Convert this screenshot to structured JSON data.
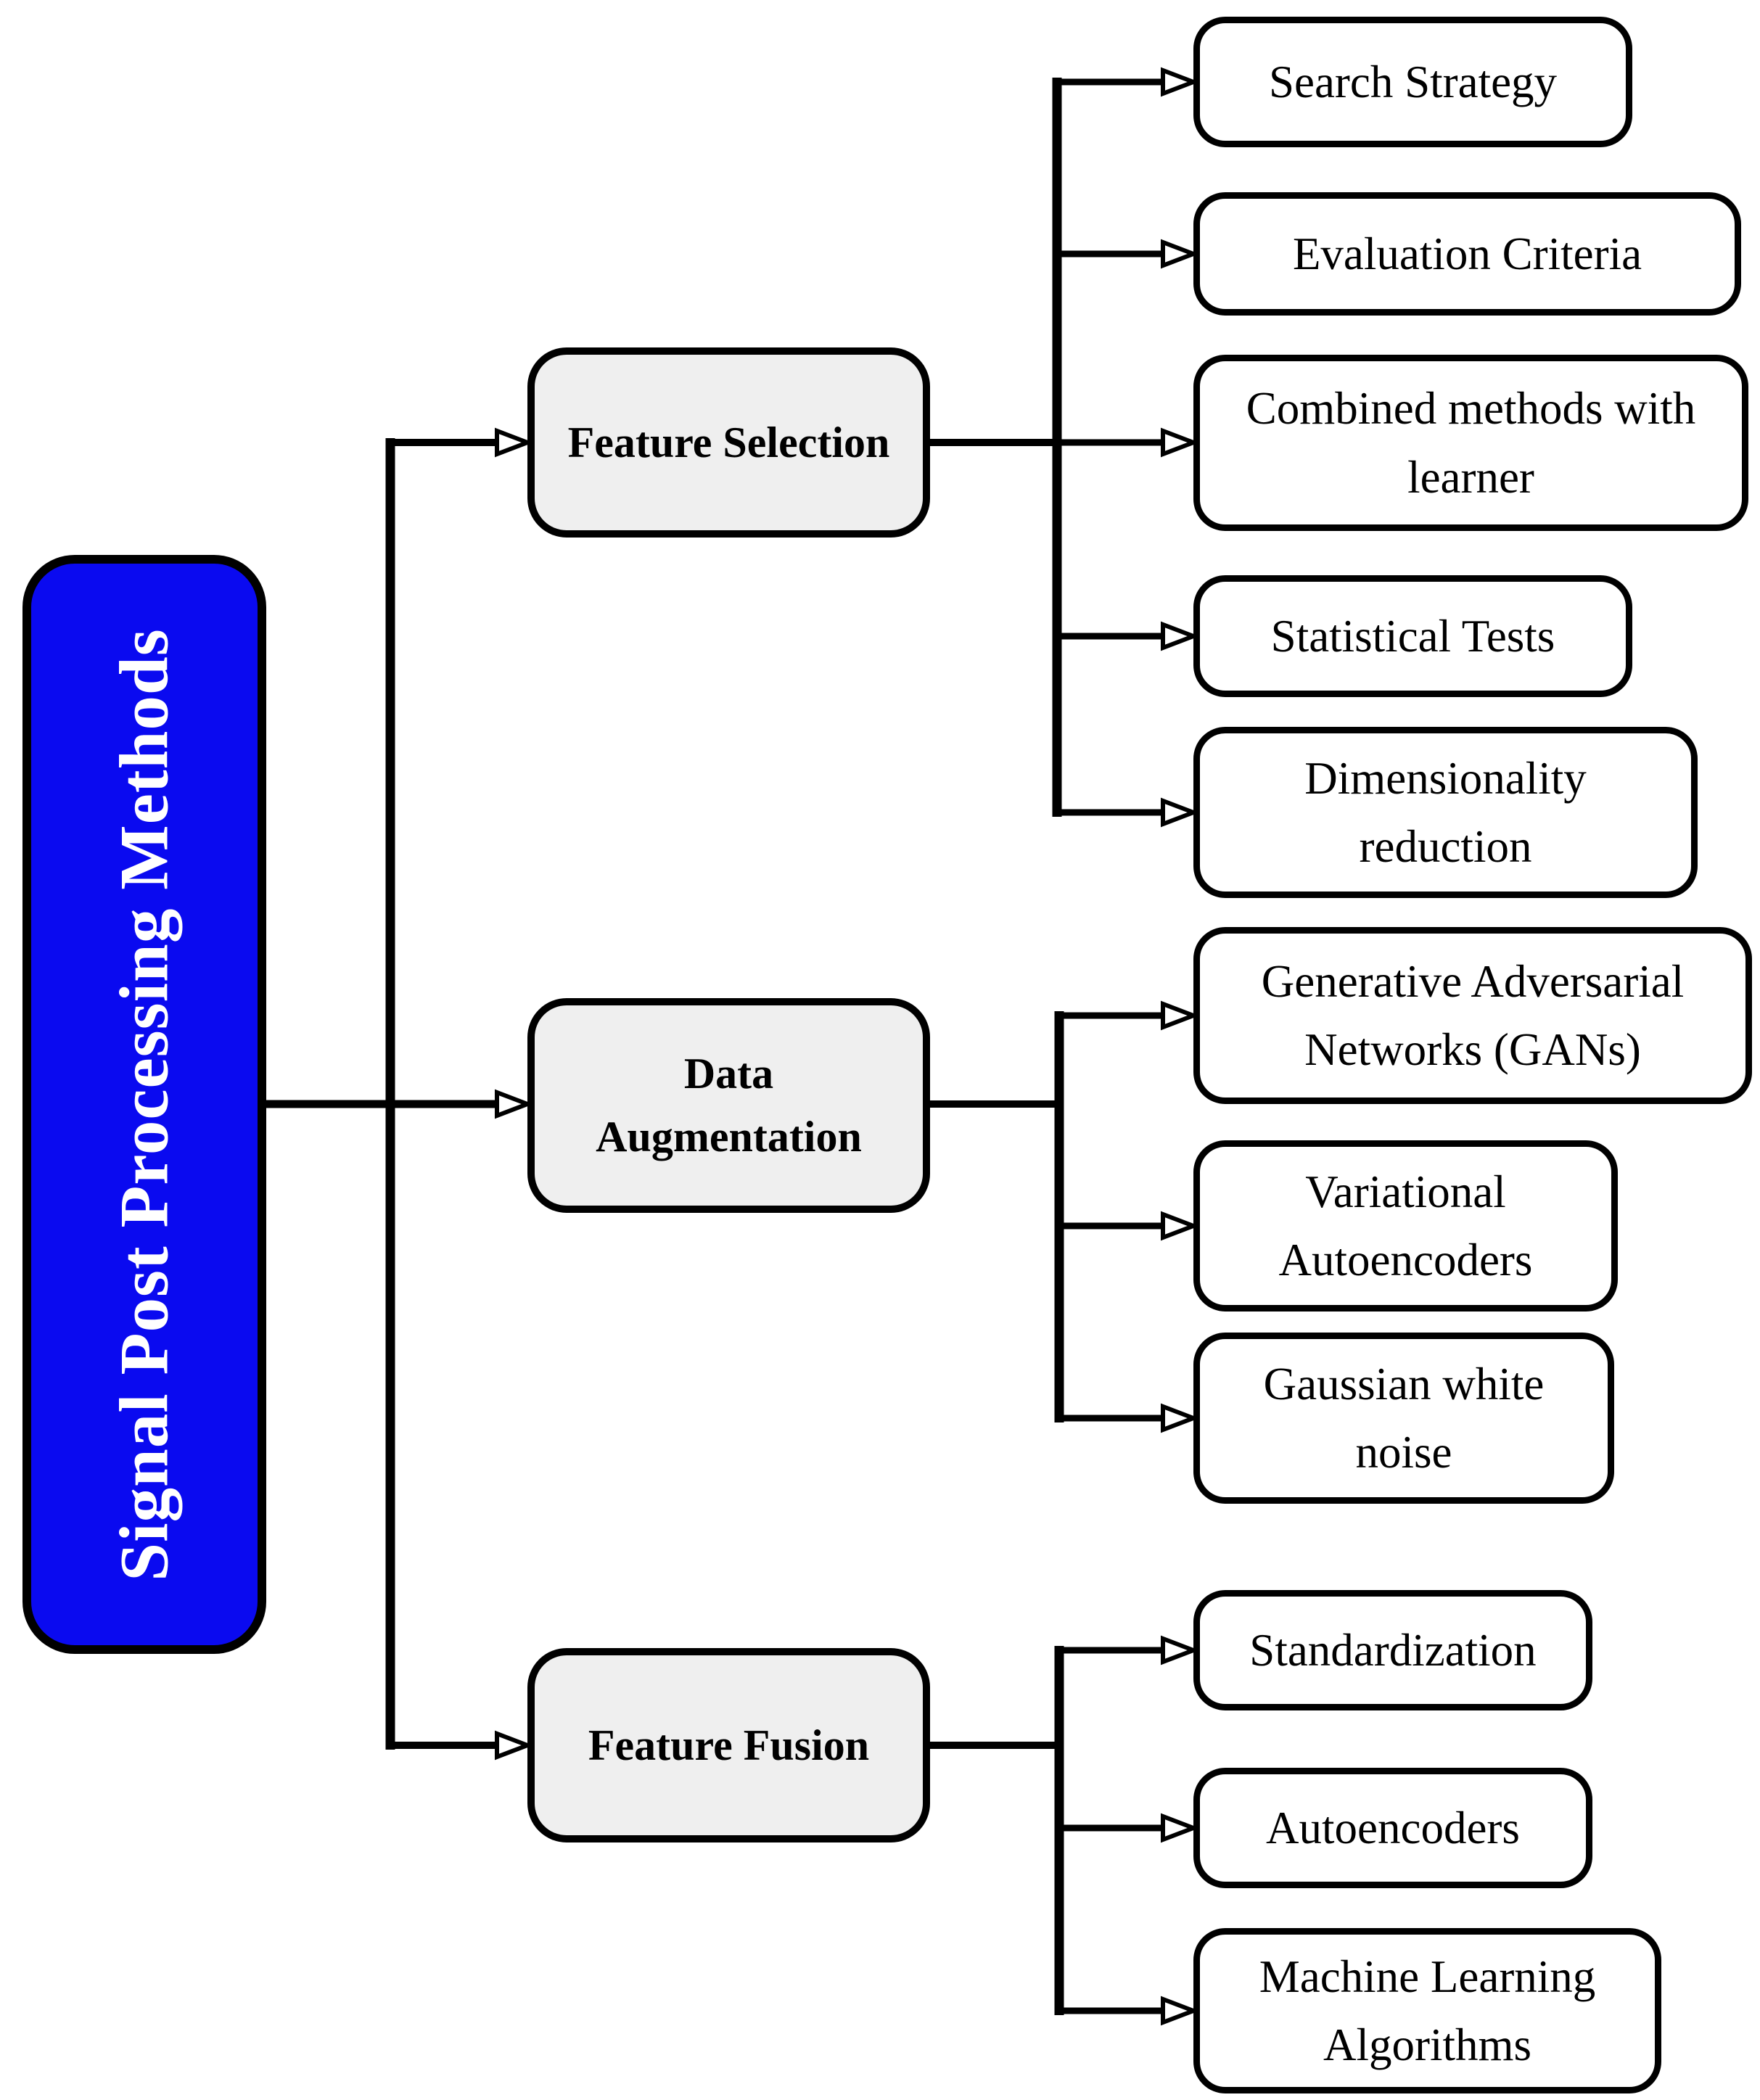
{
  "diagram_title": "Signal Post Processing Methods",
  "root": {
    "label": "Signal Post Processing Methods"
  },
  "branches": [
    {
      "label": "Feature Selection",
      "children": [
        "Search Strategy",
        "Evaluation Criteria",
        "Combined methods with learner",
        "Statistical Tests",
        "Dimensionality reduction"
      ]
    },
    {
      "label": "Data Augmentation",
      "children": [
        "Generative Adversarial Networks (GANs)",
        "Variational Autoencoders",
        "Gaussian white noise"
      ]
    },
    {
      "label": "Feature Fusion",
      "children": [
        "Standardization",
        "Autoencoders",
        "Machine Learning Algorithms"
      ]
    }
  ],
  "colors": {
    "root_bg": "#0a0af0",
    "root_text": "#ffffff",
    "branch_bg": "#efefef",
    "leaf_bg": "#ffffff",
    "line": "#000000",
    "canvas_bg": "#ffffff"
  }
}
